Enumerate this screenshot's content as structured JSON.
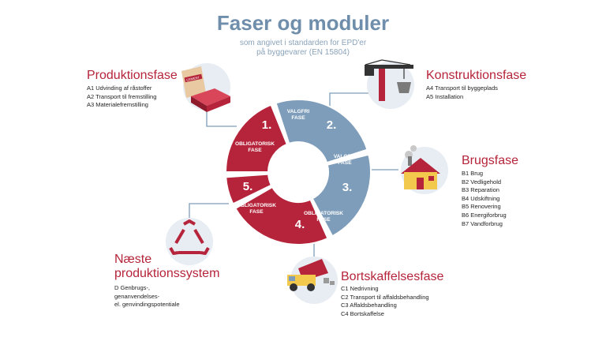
{
  "title": "Faser og moduler",
  "subtitle_lines": [
    "som angivet i standarden for EPD'er",
    "på byggevarer (EN 15804)"
  ],
  "colors": {
    "red": "#b5243a",
    "blue": "#7e9dba",
    "title": "#6f8eab",
    "icon_bg": "#e7edf3"
  },
  "phases": {
    "produktion": {
      "title": "Produktionsfase",
      "items": [
        "A1 Udvinding af råstoffer",
        "A2 Transport til fremstilling",
        "A3 Materialefremstilling"
      ],
      "icon": "cement-bricks-icon",
      "cement_label": "CEMENT"
    },
    "konstruktion": {
      "title": "Konstruktionsfase",
      "items": [
        "A4 Transport til byggeplads",
        "A5 Installation"
      ],
      "icon": "crane-icon"
    },
    "brug": {
      "title": "Brugsfase",
      "items": [
        "B1 Brug",
        "B2 Vedligehold",
        "B3 Reparation",
        "B4 Udskiftning",
        "B5 Renovering",
        "B6 Energiforbrug",
        "B7 Vandforbrug"
      ],
      "icon": "house-icon"
    },
    "bortskaffelse": {
      "title": "Bortskaffelsesfase",
      "items": [
        "C1 Nedrivning",
        "C2 Transport til affaldsbehandling",
        "C3 Affaldsbehandling",
        "C4 Bortskaffelse"
      ],
      "icon": "dump-truck-icon"
    },
    "naeste": {
      "title_lines": [
        "Næste",
        "produktionssystem"
      ],
      "items": [
        "D Genbrugs-,",
        "genanvendelses-",
        "el. genvindingspotentiale"
      ],
      "icon": "recycle-icon"
    }
  },
  "cycle": [
    {
      "number": "1.",
      "label_lines": [
        "OBLIGATORISK",
        "FASE"
      ],
      "color": "red"
    },
    {
      "number": "2.",
      "label_lines": [
        "VALGFRI",
        "FASE"
      ],
      "color": "blue"
    },
    {
      "number": "3.",
      "label_lines": [
        "VALGFRI",
        "FASE"
      ],
      "color": "blue"
    },
    {
      "number": "4.",
      "label_lines": [
        "OBLIGATORISK",
        "FASE"
      ],
      "color": "red"
    },
    {
      "number": "5.",
      "label_lines": [
        "OBLIGATORISK",
        "FASE"
      ],
      "color": "red"
    }
  ]
}
